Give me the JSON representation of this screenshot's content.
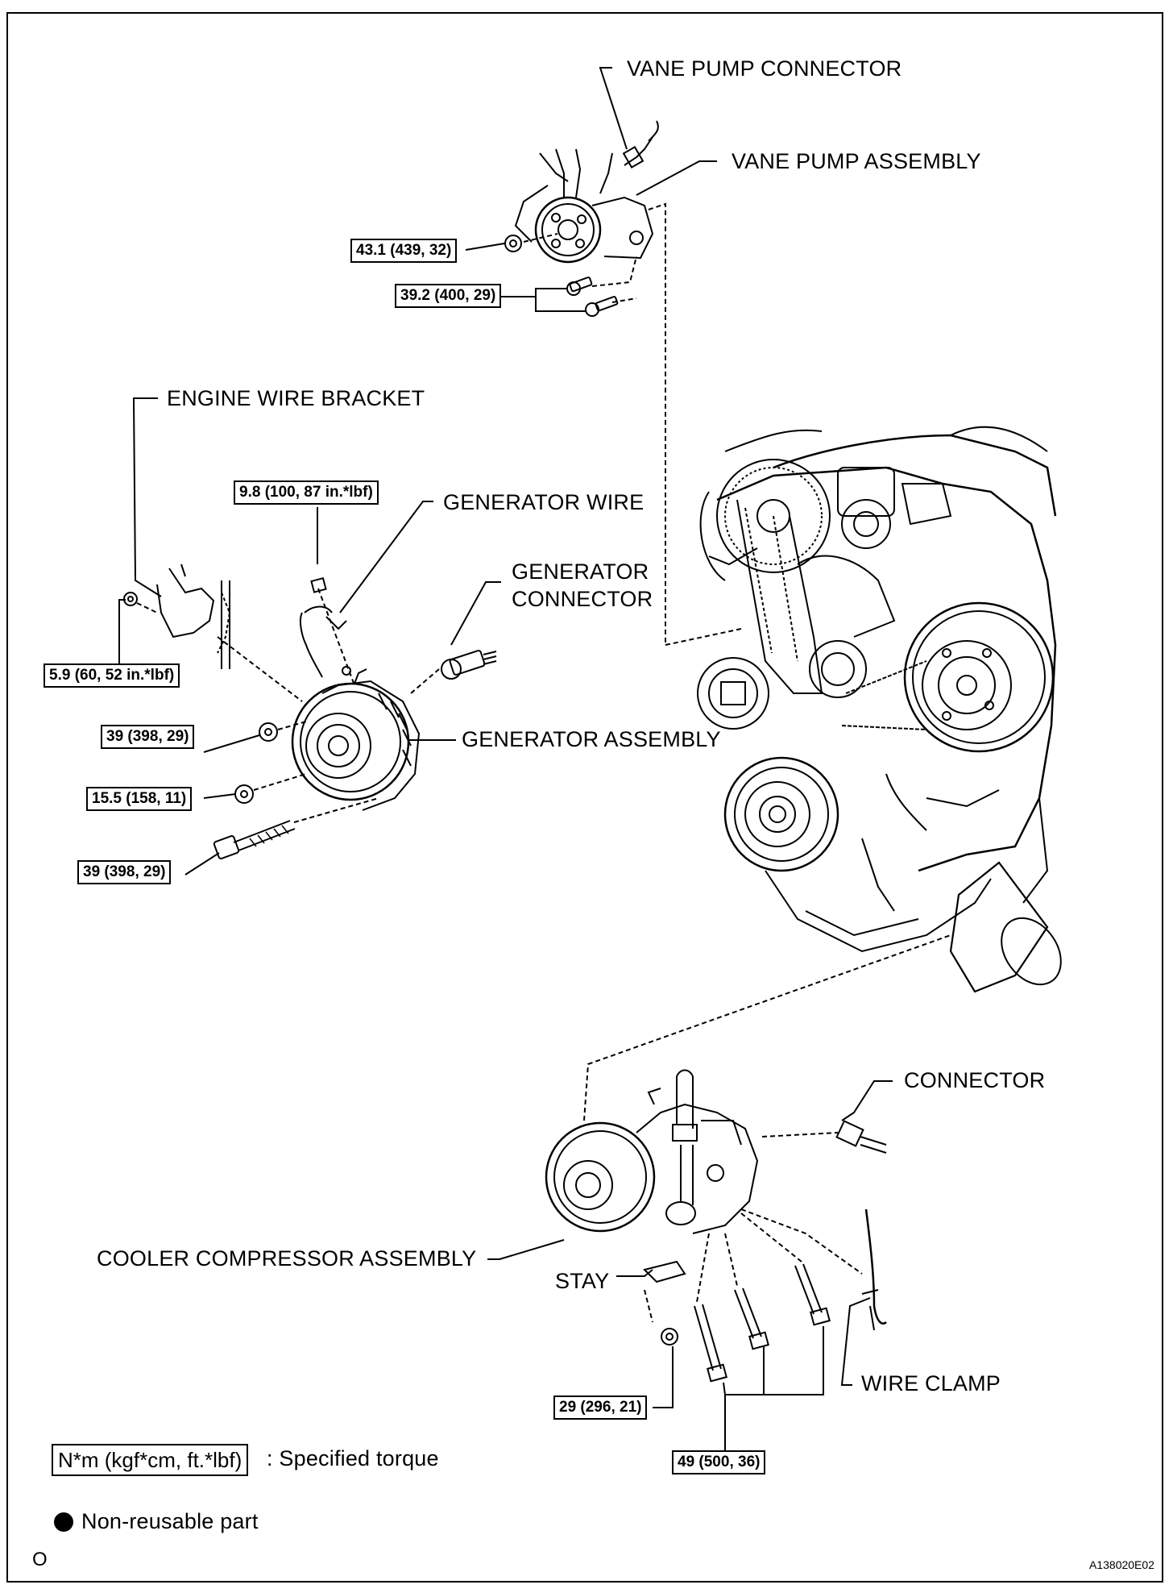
{
  "labels": {
    "vane_pump_connector": "VANE PUMP CONNECTOR",
    "vane_pump_assembly": "VANE PUMP ASSEMBLY",
    "engine_wire_bracket": "ENGINE WIRE BRACKET",
    "generator_wire": "GENERATOR WIRE",
    "generator_connector_line1": "GENERATOR",
    "generator_connector_line2": "CONNECTOR",
    "generator_assembly": "GENERATOR ASSEMBLY",
    "connector": "CONNECTOR",
    "cooler_compressor_assembly": "COOLER COMPRESSOR ASSEMBLY",
    "stay": "STAY",
    "wire_clamp": "WIRE CLAMP"
  },
  "torques": {
    "vane_pump_nut": "43.1 (439, 32)",
    "vane_pump_bolts": "39.2 (400, 29)",
    "generator_wire_nut": "9.8 (100, 87 in.*lbf)",
    "wire_bracket_bolt": "5.9 (60, 52 in.*lbf)",
    "generator_nut": "39 (398, 29)",
    "generator_nut_lower": "15.5 (158, 11)",
    "generator_bolt": "39 (398, 29)",
    "compressor_nut": "29 (296, 21)",
    "compressor_bolts": "49 (500, 36)"
  },
  "legend": {
    "torque_units": "N*m (kgf*cm, ft.*lbf)",
    "torque_desc": ": Specified torque",
    "nonreusable": "Non-reusable part"
  },
  "footer": {
    "left_mark": "O",
    "figure_id": "A138020E02"
  }
}
